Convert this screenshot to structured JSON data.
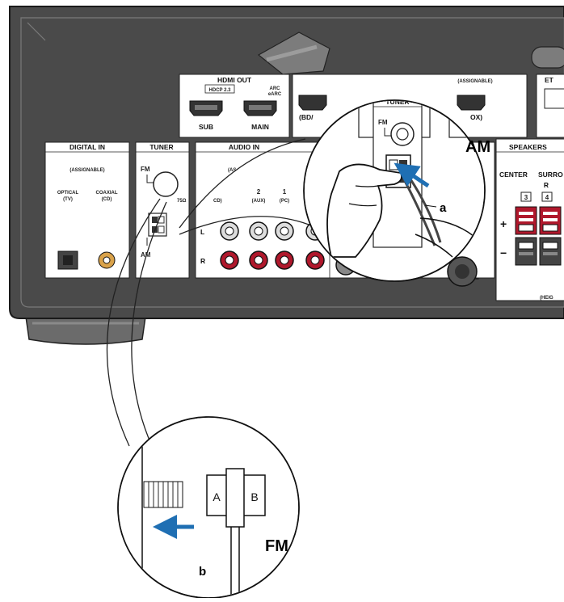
{
  "panel": {
    "hdmi_out": "HDMI OUT",
    "hdcp": "HDCP 2.3",
    "arc": "ARC",
    "earc": "eARC",
    "sub": "SUB",
    "main": "MAIN",
    "bd_partial": "(BD/",
    "ox_partial": "OX)",
    "assignable_top": "(ASSIGNABLE)",
    "et_partial": "ET",
    "digital_in": "DIGITAL IN",
    "assignable": "(ASSIGNABLE)",
    "optical": "OPTICAL",
    "tv": "(TV)",
    "coaxial": "COAXIAL",
    "cd": "(CD)",
    "tuner": "TUNER",
    "fm": "FM",
    "ohm": "75Ω",
    "am": "AM",
    "audio_in": "AUDIO IN",
    "as_partial": "(AS",
    "cd_partial": "CD)",
    "ch2": "2",
    "aux": "(AUX)",
    "ch1": "1",
    "pc": "(PC)",
    "left": "L",
    "right": "R",
    "speakers": "SPEAKERS",
    "center": "CENTER",
    "surr_partial": "SURRO",
    "surr_r": "R",
    "num3": "3",
    "num4": "4",
    "plus": "+",
    "minus": "−",
    "heig_partial": "(HEIG"
  },
  "zoom_am": {
    "tuner": "TUNER",
    "fm": "FM"
  },
  "zoom_fm": {
    "a": "A",
    "b": "B"
  },
  "callouts": {
    "am": "AM",
    "a": "a",
    "fm": "FM",
    "b": "b"
  },
  "colors": {
    "panel": "#4a4a4a",
    "label_area": "#ffffff",
    "jack_red": "#b0182c",
    "arrow_blue": "#1f6fb3"
  }
}
